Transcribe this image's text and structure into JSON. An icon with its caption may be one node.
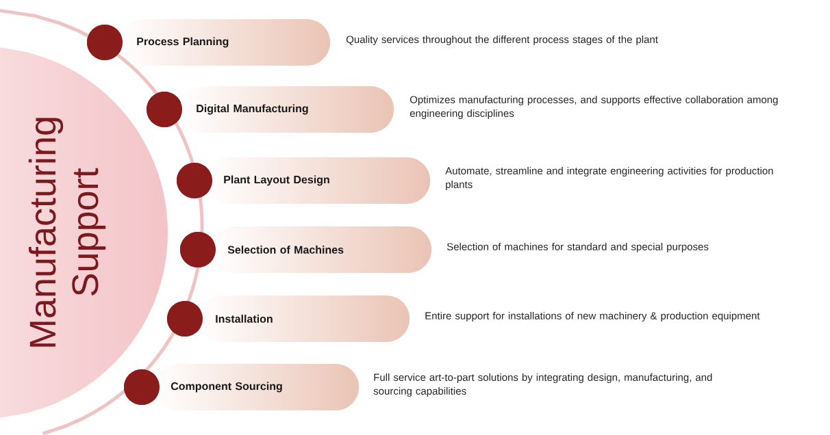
{
  "diagram": {
    "nodes": [
      {
        "text": [
          "Manufacturing Support"
        ]
      },
      {
        "text": [
          "Process Planning"
        ],
        "beside": [
          "Quality services throughout the different process stages of the plant"
        ]
      },
      {
        "text": [
          "Digital Manufacturing"
        ],
        "beside": [
          "Optimizes manufacturing processes, and supports effective collaboration among engineering disciplines"
        ]
      },
      {
        "text": [
          "Plant Layout Design"
        ],
        "beside": [
          "Automate, streamline and integrate engineering activities for production plants"
        ]
      },
      {
        "text": [
          "Selection of Machines"
        ],
        "beside": [
          "Selection of machines for standard and special purposes"
        ]
      },
      {
        "text": [
          "Installation"
        ],
        "beside": [
          "Entire support for installations of new machinery & production equipment"
        ]
      },
      {
        "text": [
          "Component Sourcing"
        ],
        "beside": [
          "Full service art-to-part solutions by integrating design, manufacturing, and sourcing capabilities"
        ]
      }
    ]
  }
}
